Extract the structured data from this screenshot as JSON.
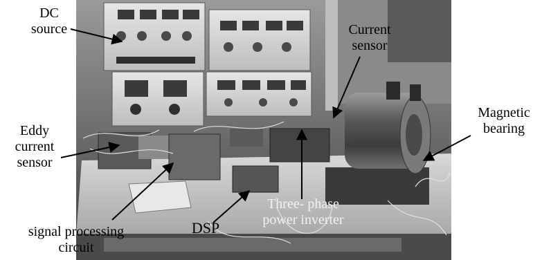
{
  "labels": {
    "dc_source": [
      "DC",
      "source"
    ],
    "current_sensor": [
      "Current",
      "sensor"
    ],
    "magnetic_bearing": [
      "Magnetic",
      "bearing"
    ],
    "eddy_current_sensor": [
      "Eddy",
      "current",
      "sensor"
    ],
    "signal_processing_circuit": [
      "signal processing",
      "circuit"
    ],
    "dsp": "DSP",
    "three_phase_power_inverter": [
      "Three- phase",
      "power inverter"
    ]
  },
  "colors": {
    "label_text": "#000000",
    "label_text_on_photo": "#f2f2f2",
    "arrow": "#000000"
  }
}
